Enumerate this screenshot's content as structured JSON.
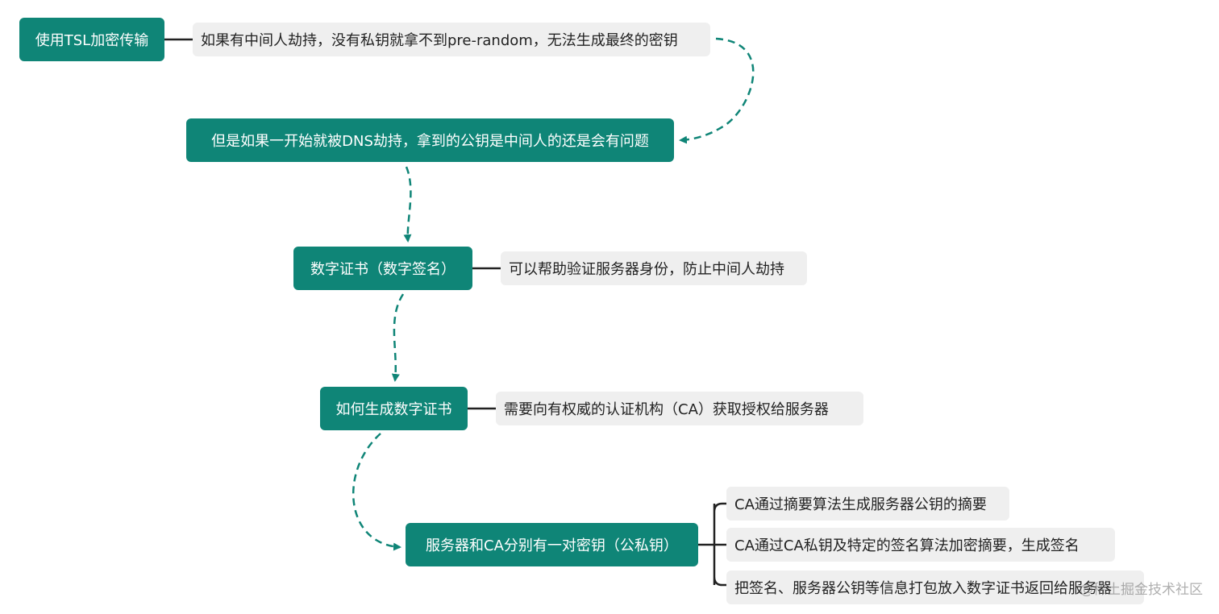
{
  "colors": {
    "node_bg": "#0f8577",
    "node_text": "#ffffff",
    "note_bg": "#efefef",
    "note_text": "#222222",
    "arrow": "#0f8577",
    "connector": "#222222"
  },
  "nodes": {
    "n1": "使用TSL加密传输",
    "n2": "但是如果一开始就被DNS劫持，拿到的公钥是中间人的还是会有问题",
    "n3": "数字证书（数字签名）",
    "n4": "如何生成数字证书",
    "n5": "服务器和CA分别有一对密钥（公私钥）"
  },
  "notes": {
    "n1": "如果有中间人劫持，没有私钥就拿不到pre-random，无法生成最终的密钥",
    "n3": "可以帮助验证服务器身份，防止中间人劫持",
    "n4": "需要向有权威的认证机构（CA）获取授权给服务器",
    "n5": [
      "CA通过摘要算法生成服务器公钥的摘要",
      "CA通过CA私钥及特定的签名算法加密摘要，生成签名",
      "把签名、服务器公钥等信息打包放入数字证书返回给服务器"
    ]
  },
  "watermark": "@稀土掘金技术社区"
}
